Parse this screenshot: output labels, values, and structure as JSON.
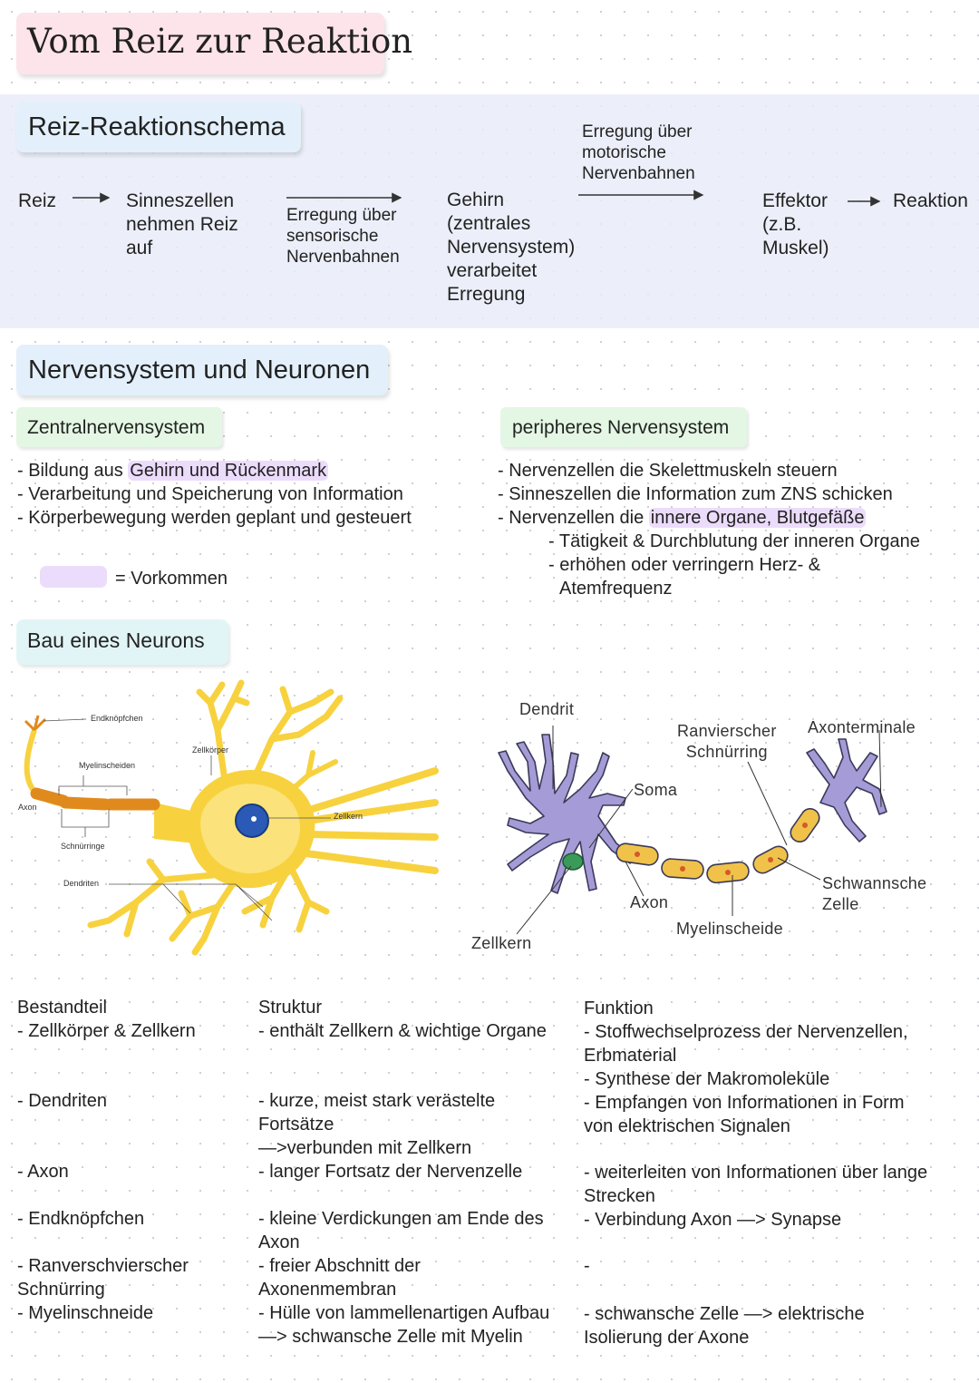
{
  "title": "Vom Reiz zur Reaktion",
  "schema": {
    "heading": "Reiz-Reaktionschema",
    "reiz": "Reiz",
    "sinneszellen": [
      "Sinneszellen",
      "nehmen Reiz",
      "auf"
    ],
    "sensorisch": [
      "Erregung über",
      "sensorische",
      "Nervenbahnen"
    ],
    "gehirn": [
      "Gehirn",
      "(zentrales",
      "Nervensystem)",
      "verarbeitet",
      "Erregung"
    ],
    "motorisch": [
      "Erregung über",
      "motorische",
      "Nervenbahnen"
    ],
    "effektor": [
      "Effektor",
      "(z.B.",
      "Muskel)"
    ],
    "reaktion": "Reaktion"
  },
  "nervensystem": {
    "heading": "Nervensystem und Neuronen",
    "zns": {
      "heading": "Zentralnervensystem",
      "line1_prefix": "- Bildung aus ",
      "line1_highlight": "Gehirn und Rückenmark",
      "line2": "- Verarbeitung und Speicherung von Information",
      "line3": "- Körperbewegung werden geplant und gesteuert"
    },
    "pns": {
      "heading": "peripheres Nervensystem",
      "line1": "- Nervenzellen die Skelettmuskeln steuern",
      "line2": "- Sinneszellen die Information zum ZNS schicken",
      "line3_prefix": "- Nervenzellen die ",
      "line3_highlight": "innere Organe, Blutgefäße",
      "line4": "- Tätigkeit & Durchblutung der inneren Organe",
      "line5": "- erhöhen oder verringern Herz- &",
      "line6": "Atemfrequenz"
    },
    "legend": "= Vorkommen"
  },
  "bau": {
    "heading": "Bau eines Neurons",
    "left_labels": {
      "endknoepfchen": "Endknöpfchen",
      "zellkoerper": "Zellkörper",
      "myelinscheiden": "Myelinscheiden",
      "axon": "Axon",
      "zellkern": "Zellkern",
      "schnuerringe": "Schnürringe",
      "dendriten": "Dendriten"
    },
    "right_labels": {
      "dendrit": "Dendrit",
      "ranvier": [
        "Ranvierscher",
        "Schnürring"
      ],
      "axonterminale": "Axonterminale",
      "soma": "Soma",
      "axon": "Axon",
      "schwann": [
        "Schwannsche",
        "Zelle"
      ],
      "myelinscheide": "Myelinscheide",
      "zellkern": "Zellkern"
    }
  },
  "table": {
    "headers": [
      "Bestandteil",
      "Struktur",
      "Funktion"
    ],
    "col1": [
      {
        "lines": [
          "- Zellkörper & Zellkern"
        ]
      },
      {
        "lines": [
          "- Dendriten"
        ]
      },
      {
        "lines": [
          "- Axon"
        ]
      },
      {
        "lines": [
          "- Endknöpfchen"
        ]
      },
      {
        "lines": [
          "- Ranverschvierscher",
          "Schnürring",
          "- Myelinschneide"
        ]
      }
    ],
    "col2": [
      {
        "lines": [
          "- enthält Zellkern & wichtige Organe"
        ]
      },
      {
        "lines": [
          "- kurze, meist stark verästelte",
          "Fortsätze",
          "—>verbunden mit Zellkern",
          "- langer Fortsatz der Nervenzelle"
        ]
      },
      {
        "lines": [
          "- kleine Verdickungen am Ende des",
          "Axon",
          "- freier Abschnitt der",
          "Axonenmembran",
          "- Hülle von lammellenartigen Aufbau",
          "—> schwansche Zelle mit Myelin"
        ]
      }
    ],
    "col3": [
      {
        "lines": [
          "- Stoffwechselprozess der Nervenzellen,",
          "Erbmaterial",
          "- Synthese der Makromoleküle",
          "- Empfangen von Informationen in Form",
          "von elektrischen Signalen"
        ]
      },
      {
        "lines": [
          "- weiterleiten von Informationen über lange",
          "Strecken",
          "- Verbindung Axon —> Synapse"
        ]
      },
      {
        "lines": [
          "-"
        ]
      },
      {
        "lines": [
          "- schwansche Zelle —> elektrische",
          "Isolierung der Axone"
        ]
      }
    ]
  },
  "colors": {
    "title_bg": "#fde4ea",
    "heading_bg": "#e3f0fb",
    "sub_bg": "#e4f7e4",
    "highlight": "#ecdcfb",
    "neuron_yellow": "#f7d23e",
    "myelin_orange": "#e08a1e",
    "neuron_purple": "#a59bd6"
  }
}
